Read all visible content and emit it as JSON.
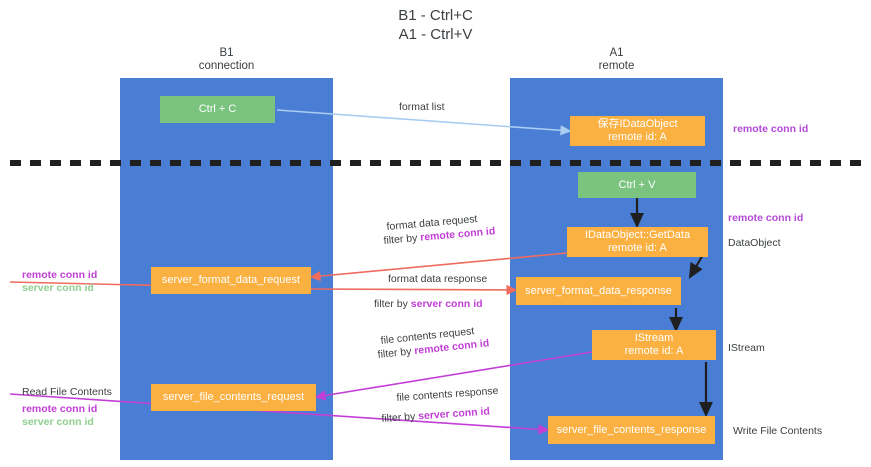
{
  "title": "B1 - Ctrl+C\nA1 - Ctrl+V",
  "columns": [
    {
      "id": "b1",
      "label": "B1\nconnection"
    },
    {
      "id": "a1",
      "label": "A1\nremote"
    }
  ],
  "colors": {
    "lane": "#4a7ed4",
    "green_node": "#7bc47f",
    "orange_node": "#fbb042",
    "text_dark": "#3c4043",
    "accent_remote_conn": "#c23fd6",
    "accent_server_conn": "#8fcf8f",
    "arrow_format_list": "#a8cdf0",
    "arrow_format_data": "#ef6b5e",
    "arrow_file_contents": "#c23fd6",
    "arrow_black": "#1f1f1f",
    "divider": "#1f1f1f"
  },
  "nodes": {
    "ctrl_c": {
      "label": "Ctrl + C",
      "style": "green",
      "lane": "b1"
    },
    "save_dataobject": {
      "label": "保存IDataObject\nremote id: A",
      "style": "orange",
      "lane": "a1"
    },
    "ctrl_v": {
      "label": "Ctrl + V",
      "style": "green",
      "lane": "a1"
    },
    "getdata": {
      "label": "IDataObject::GetData\nremote id: A",
      "style": "orange",
      "lane": "a1"
    },
    "server_format_data_request": {
      "label": "server_format_data_request",
      "style": "orange",
      "lane": "b1"
    },
    "server_format_data_response": {
      "label": "server_format_data_response",
      "style": "orange",
      "lane": "a1"
    },
    "istream": {
      "label": "IStream\nremote id: A",
      "style": "orange",
      "lane": "a1"
    },
    "server_file_contents_request": {
      "label": "server_file_contents_request",
      "style": "orange",
      "lane": "b1"
    },
    "server_file_contents_response": {
      "label": "server_file_contents_response",
      "style": "orange",
      "lane": "a1"
    }
  },
  "edge_labels": {
    "format_list": "format list",
    "format_data_request": "format data request",
    "format_data_request_filter_prefix": "filter by ",
    "format_data_request_filter_key": "remote conn id",
    "format_data_response": "format data response",
    "format_data_response_filter_prefix": "filter by ",
    "format_data_response_filter_key": "server conn id",
    "file_contents_request": "file contents request",
    "file_contents_request_filter_prefix": "filter by ",
    "file_contents_request_filter_key": "remote conn id",
    "file_contents_response": "file contents response",
    "file_contents_response_filter_prefix": "filter by ",
    "file_contents_response_filter_key": "server conn id"
  },
  "side_notes": {
    "right_top_remote": "remote conn id",
    "right_mid_remote": "remote conn id",
    "right_dataobject": "DataObject",
    "right_istream": "IStream",
    "right_write_file": "Write File Contents",
    "left_remote": "remote conn id",
    "left_server": "server conn id",
    "left_read_file": "Read File Contents",
    "left_bottom_remote": "remote conn id",
    "left_bottom_server": "server conn id"
  }
}
